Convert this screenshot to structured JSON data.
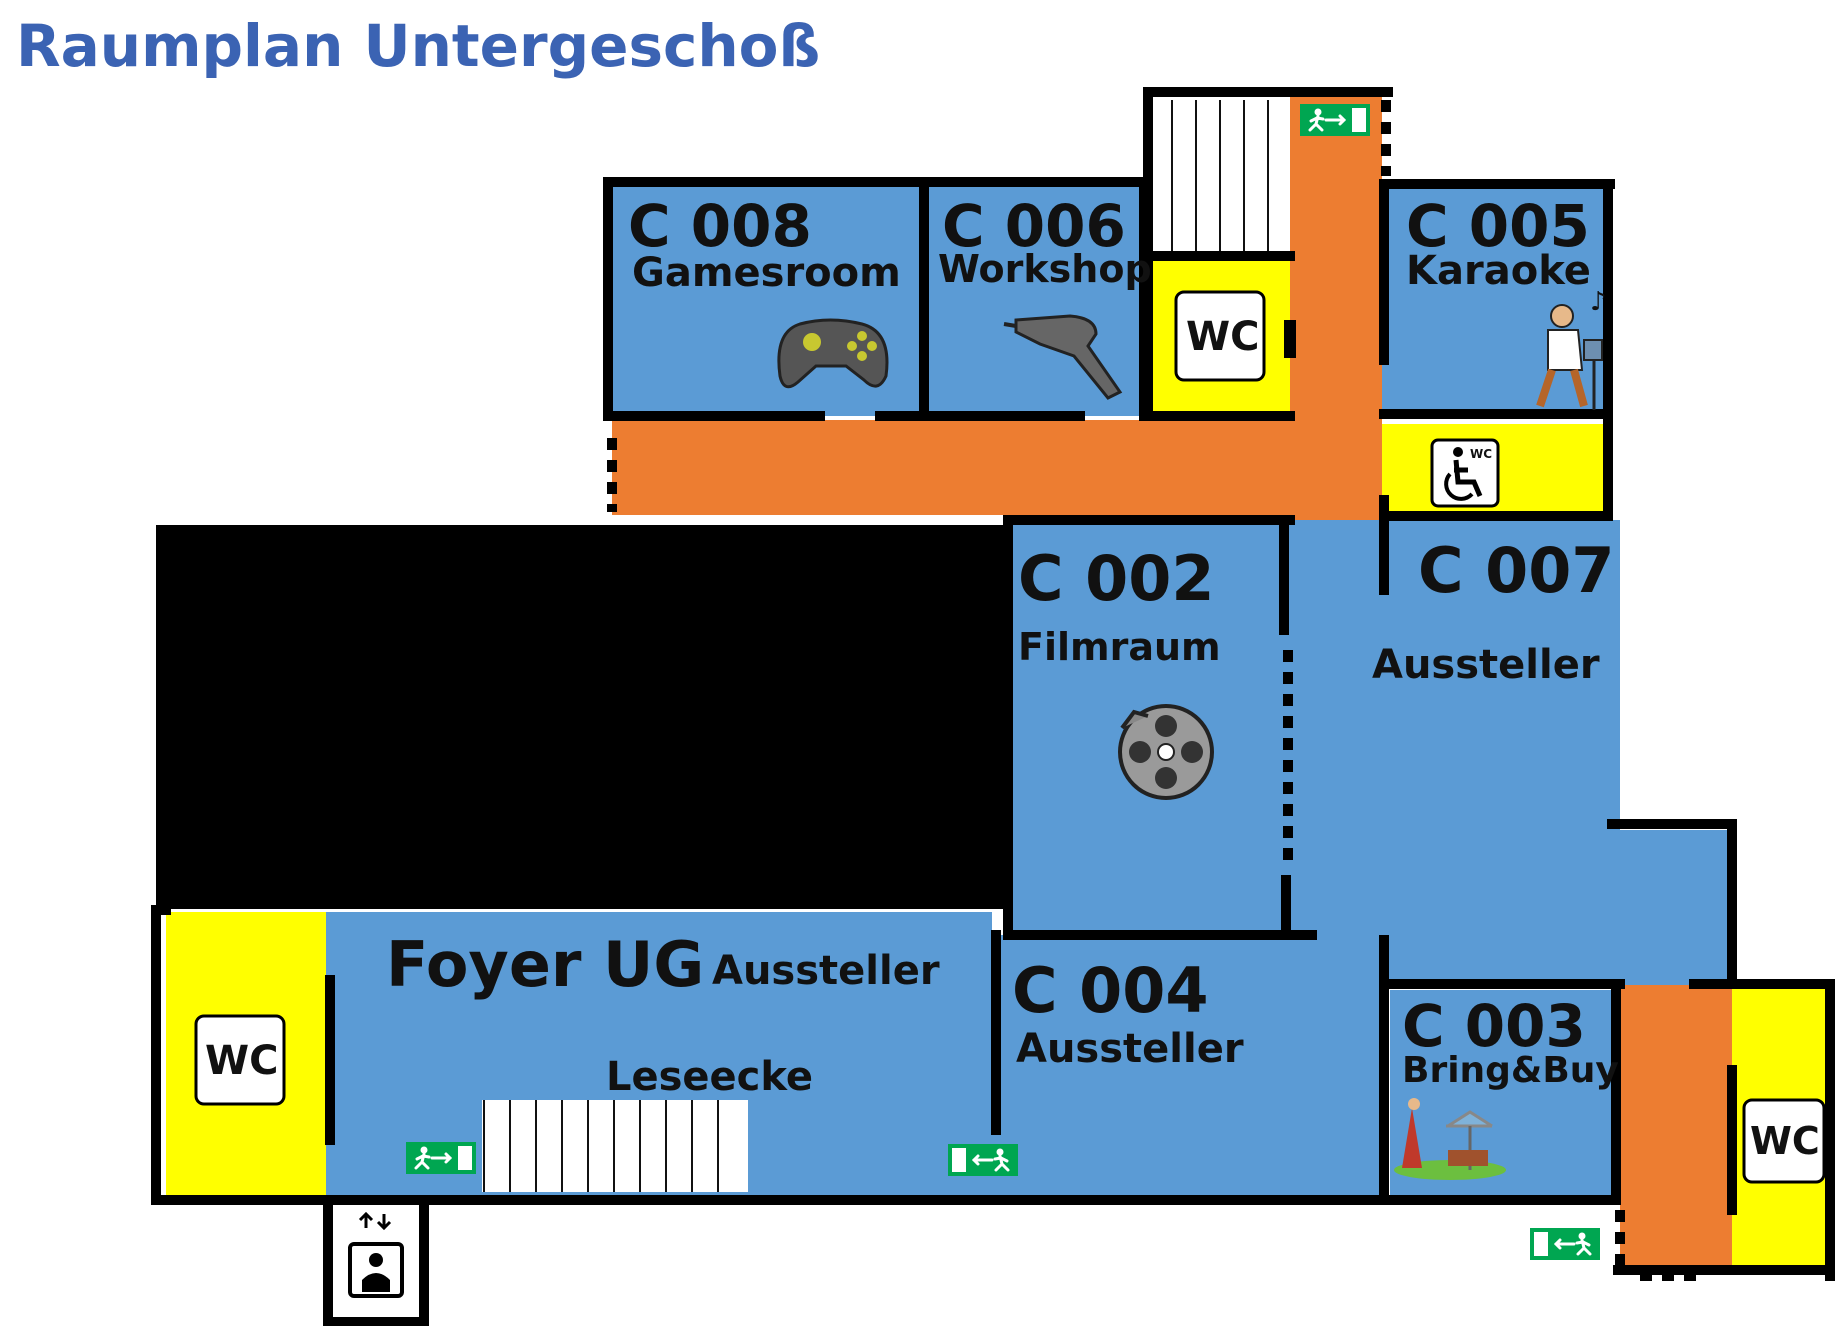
{
  "title": "Raumplan Untergeschoß",
  "colors": {
    "room": "#5b9bd5",
    "corridor": "#ed7d31",
    "wc": "#ffff00",
    "wall": "#000000",
    "exit_sign": "#00a651",
    "title": "#3b63b3"
  },
  "rooms": {
    "c008": {
      "number": "C 008",
      "name": "Gamesroom",
      "icon": "gamepad-icon"
    },
    "c006": {
      "number": "C 006",
      "name": "Workshop",
      "icon": "glue-gun-icon"
    },
    "c005": {
      "number": "C 005",
      "name": "Karaoke",
      "icon": "singer-icon"
    },
    "c002": {
      "number": "C 002",
      "name": "Filmraum",
      "icon": "film-reel-icon"
    },
    "c007": {
      "number": "C 007",
      "name": "Aussteller"
    },
    "c004": {
      "number": "C 004",
      "name": "Aussteller"
    },
    "c003": {
      "number": "C 003",
      "name": "Bring&Buy",
      "icon": "flea-market-icon"
    },
    "foyer": {
      "name": "Foyer UG",
      "label": "Aussteller",
      "corner": "Leseecke"
    }
  },
  "wc": {
    "label": "WC",
    "accessible_label": "WC"
  },
  "icons": [
    "wc-sign-icon",
    "accessible-wc-icon",
    "elevator-icon",
    "emergency-exit-icon",
    "stairs-icon"
  ]
}
